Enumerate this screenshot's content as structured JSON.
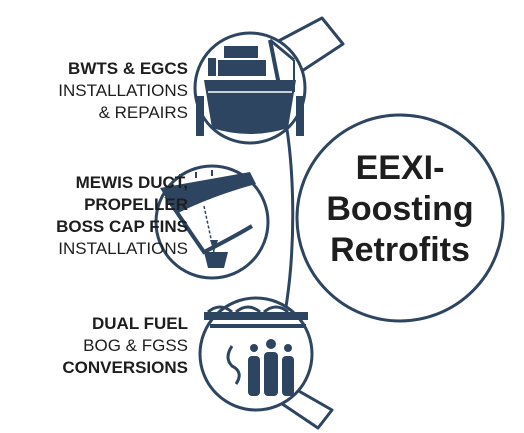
{
  "items": [
    {
      "bold_lines": [
        "BWTS & EGCS"
      ],
      "normal_lines": [
        "INSTALLATIONS",
        "& REPAIRS"
      ],
      "icon": "ship-crane-icon"
    },
    {
      "bold_lines": [
        "MEWIS DUCT,",
        "PROPELLER",
        "BOSS CAP FINS"
      ],
      "normal_lines": [
        "INSTALLATIONS"
      ],
      "icon": "ship-bow-propeller-icon"
    },
    {
      "bold_lines": [
        "DUAL FUEL"
      ],
      "normal_lines": [
        "BOG & FGSS"
      ],
      "bold_tail_lines": [
        "CONVERSIONS"
      ],
      "icon": "gas-cylinders-icon"
    }
  ],
  "center": {
    "lines": [
      "EEXI-",
      "Boosting",
      "Retrofits"
    ]
  },
  "colors": {
    "accent": "#2d4560",
    "stroke": "#2d4560",
    "text": "#1e1e1e",
    "background": "#ffffff"
  }
}
